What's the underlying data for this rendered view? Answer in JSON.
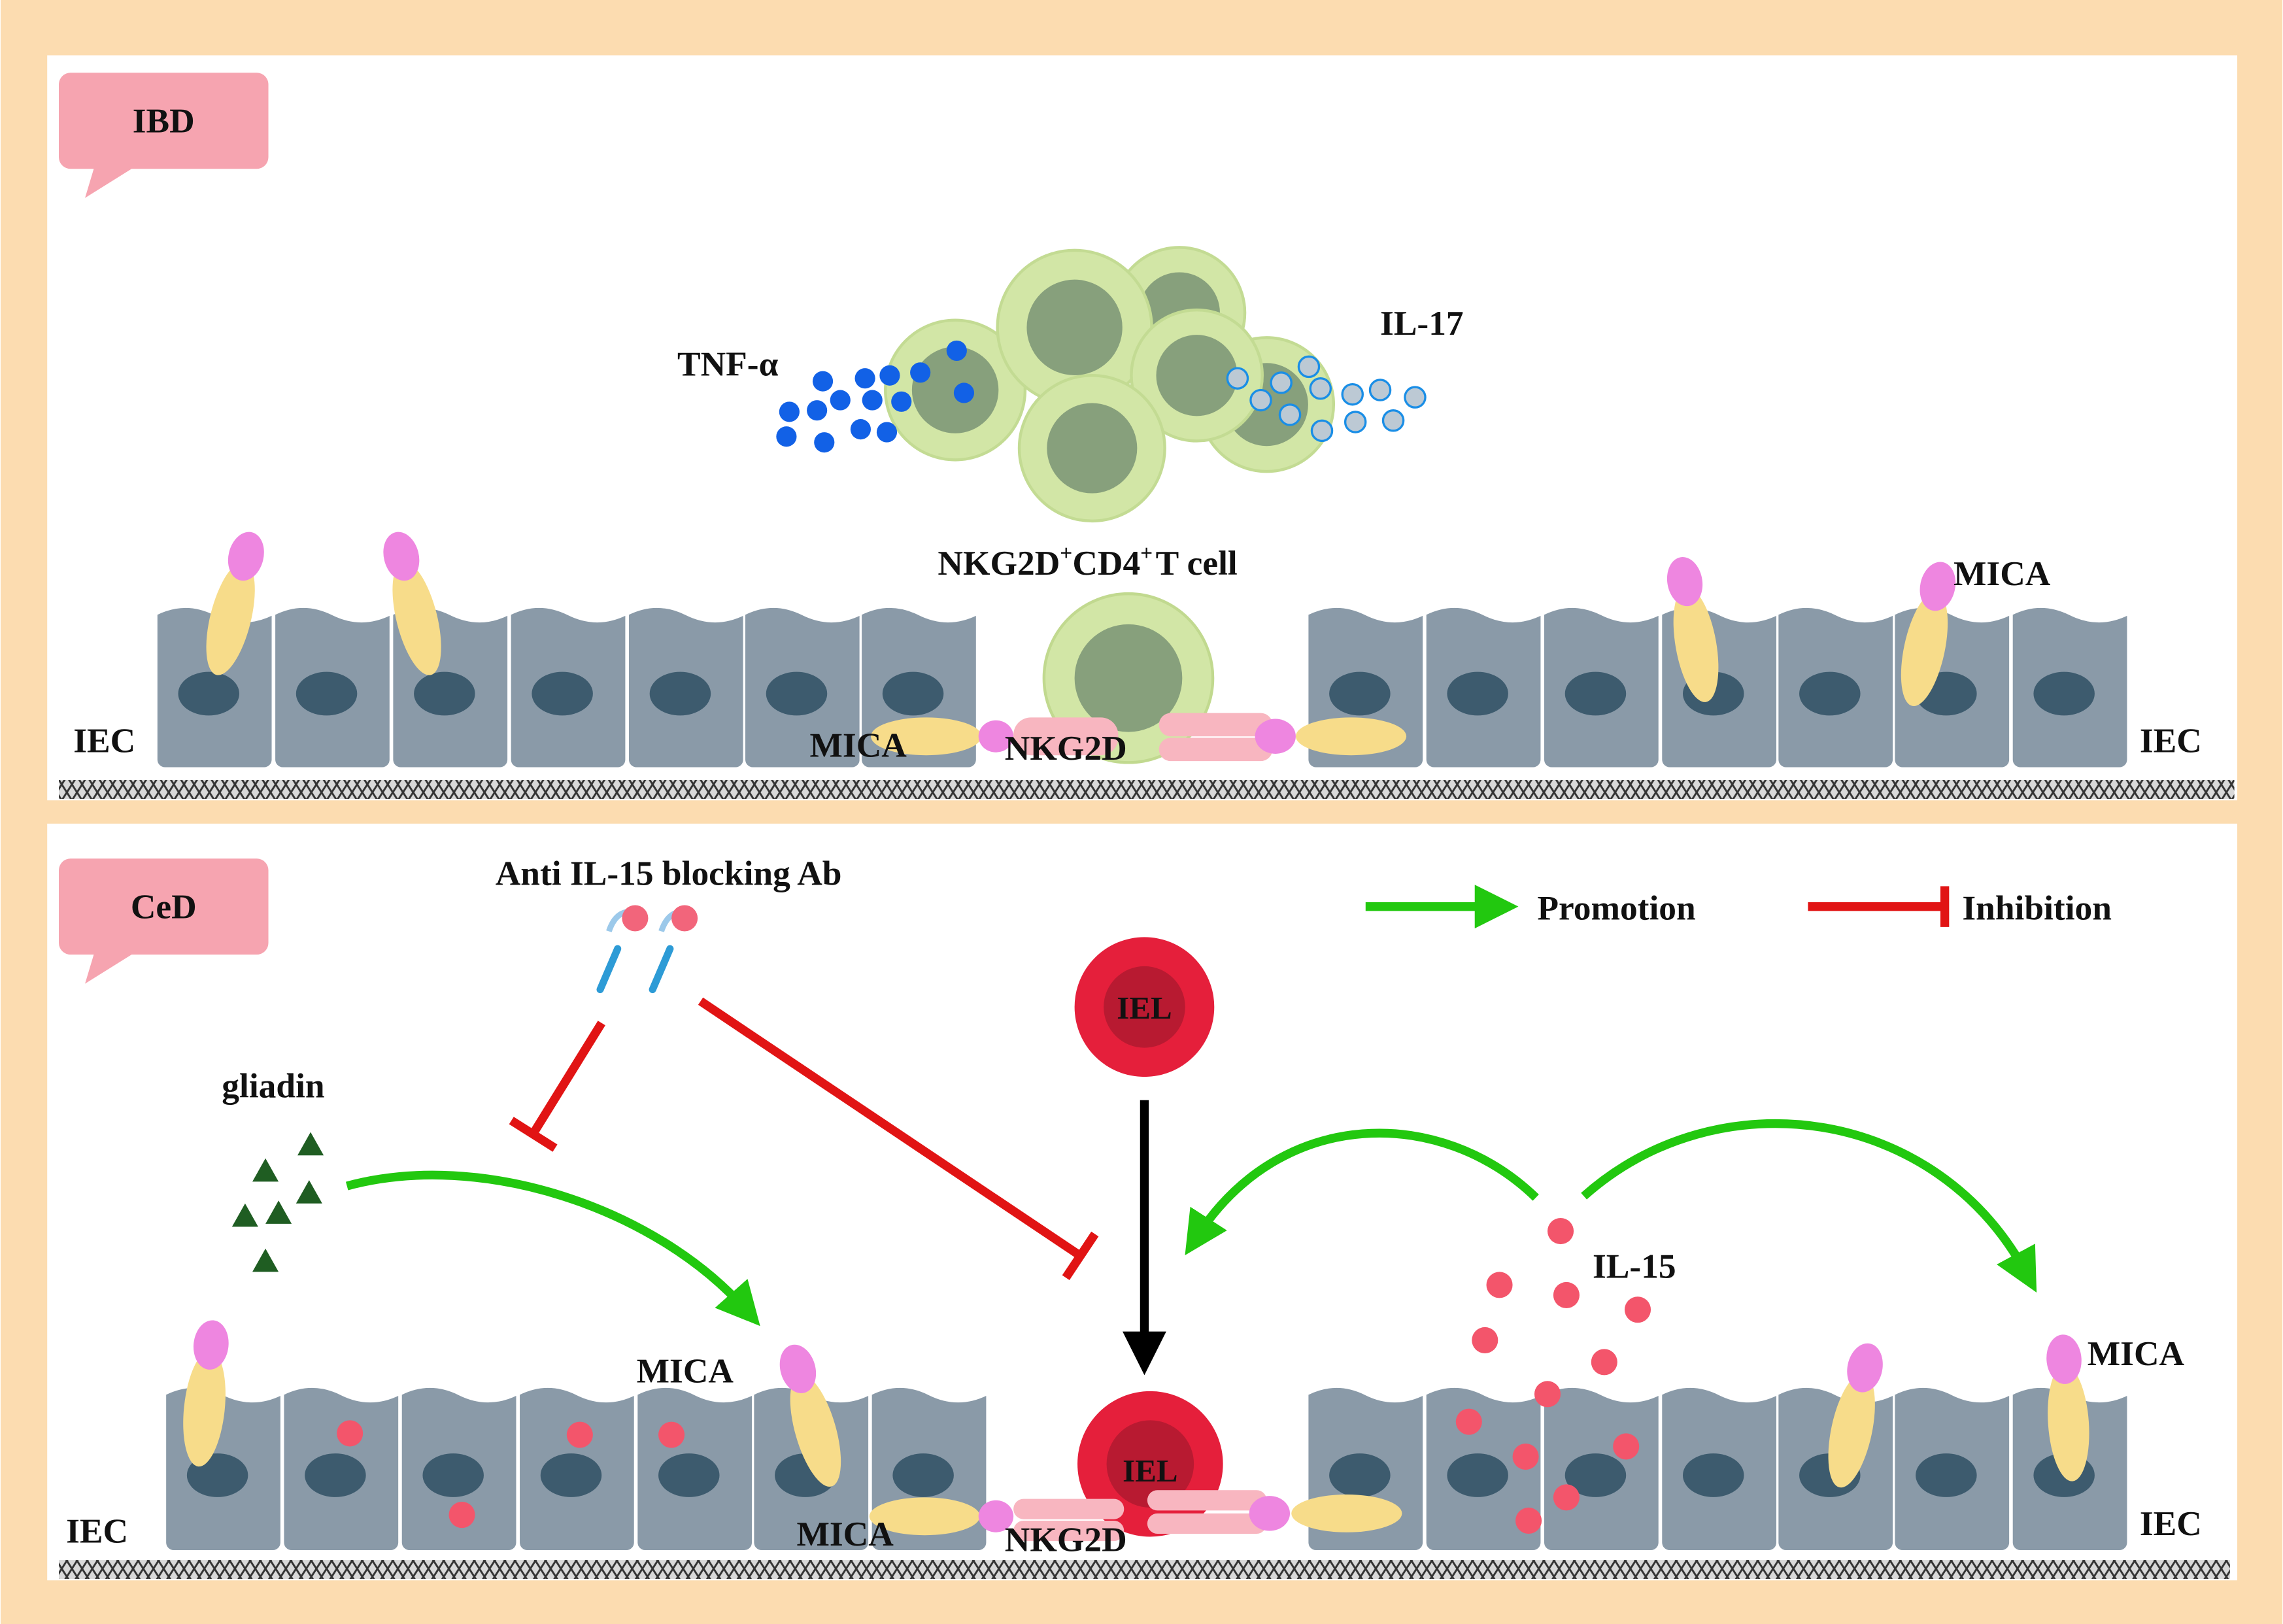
{
  "colors": {
    "frame": "#fcdcb0",
    "panel": "#ffffff",
    "badge": "#f6a4b0",
    "cell": "#8a9aa8",
    "cell_dark": "#6b7b89",
    "nucleus": "#3d5b6e",
    "mica": "#f7dc8a",
    "mica_head": "#ee86e0",
    "nkg2d": "#f8b6c0",
    "t_cell_outer": "#d2e6a6",
    "t_cell_inner": "#87a07c",
    "tnf": "#1261e6",
    "il17_fill": "#bcc9d4",
    "il17_stroke": "#1a8ee6",
    "iel_outer": "#e51f3b",
    "iel_inner": "#b81a31",
    "il15": "#f3556b",
    "gliadin": "#1f5d22",
    "promotion": "#22c80f",
    "inhibition": "#e11414",
    "neutral_arrow": "#000000",
    "antibody_tip": "#f2657b",
    "antibody_stem": "#2d9bd6"
  },
  "panels": {
    "ibd": {
      "badge": "IBD",
      "cytokine_left": "TNF-α",
      "cytokine_right": "IL-17",
      "t_cell_label_base1": "NKG2D",
      "t_cell_label_sup1": "+",
      "t_cell_label_base2": "CD4",
      "t_cell_label_sup2": "+",
      "t_cell_label_base3": "T cell",
      "iec_left": "IEC",
      "iec_right": "IEC",
      "mica_left": "MICA",
      "mica_right": "MICA",
      "nkg2d": "NKG2D"
    },
    "ced": {
      "badge": "CeD",
      "antibody": "Anti IL-15 blocking Ab",
      "gliadin": "gliadin",
      "il15": "IL-15",
      "iel_top": "IEL",
      "iel_bottom": "IEL",
      "mica_mid": "MICA",
      "mica_left": "MICA",
      "mica_right": "MICA",
      "nkg2d": "NKG2D",
      "iec_left": "IEC",
      "iec_right": "IEC"
    }
  },
  "legend": {
    "promotion": "Promotion",
    "inhibition": "Inhibition"
  }
}
